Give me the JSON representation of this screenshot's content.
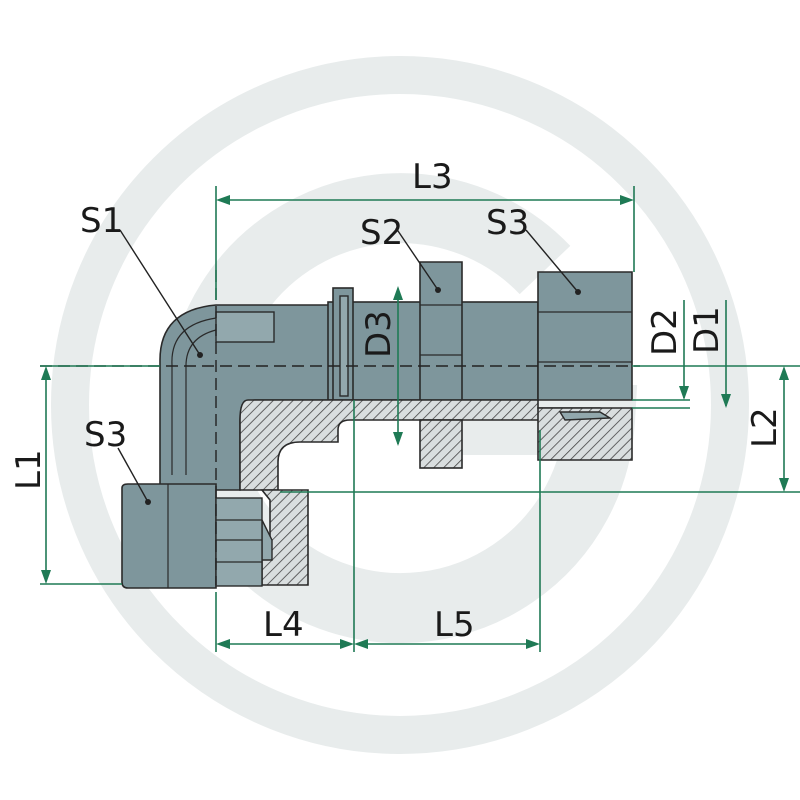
{
  "watermark": {
    "color": "#e6eaea"
  },
  "colors": {
    "body": "#7e969c",
    "dimension": "#1f7a55",
    "outline": "#2a2a2a"
  },
  "labels": {
    "l1": "L1",
    "l2": "L2",
    "l3": "L3",
    "l4": "L4",
    "l5": "L5",
    "s1": "S1",
    "s2": "S2",
    "s3_top": "S3",
    "s3_left": "S3",
    "d1": "D1",
    "d2": "D2",
    "d3": "D3"
  }
}
